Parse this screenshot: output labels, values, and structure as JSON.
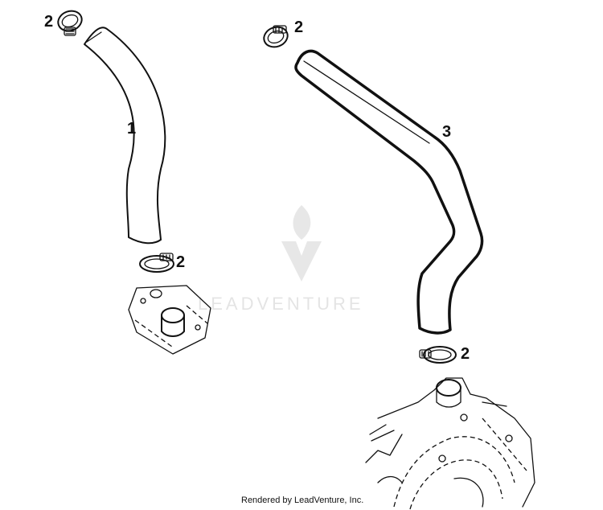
{
  "callouts": {
    "c1": "2",
    "c2": "1",
    "c3": "2",
    "c4": "2",
    "c5": "3",
    "c6": "2"
  },
  "watermark": {
    "text": "LEADVENTURE"
  },
  "credit": {
    "text": "Rendered by LeadVenture, Inc."
  }
}
